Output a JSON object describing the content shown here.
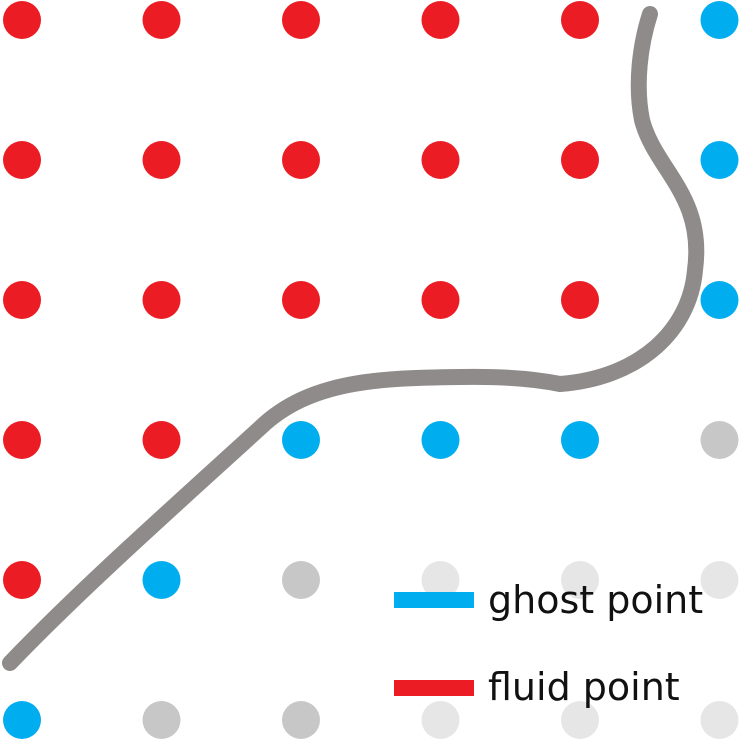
{
  "colors": {
    "fluid": "#ec1c24",
    "ghost": "#00aeef",
    "solid": "#c8c7c7",
    "far": "#e6e6e6",
    "boundary": "#8f8b8a"
  },
  "grid": {
    "columns": 6,
    "rows": 6,
    "point_types": [
      [
        "fluid",
        "fluid",
        "fluid",
        "fluid",
        "fluid",
        "ghost"
      ],
      [
        "fluid",
        "fluid",
        "fluid",
        "fluid",
        "fluid",
        "ghost"
      ],
      [
        "fluid",
        "fluid",
        "fluid",
        "fluid",
        "fluid",
        "ghost"
      ],
      [
        "fluid",
        "fluid",
        "ghost",
        "ghost",
        "ghost",
        "solid"
      ],
      [
        "fluid",
        "ghost",
        "solid",
        "far",
        "far",
        "far"
      ],
      [
        "ghost",
        "solid",
        "solid",
        "far",
        "far",
        "far"
      ]
    ]
  },
  "legend": {
    "items": [
      {
        "label": "ghost point",
        "type": "ghost"
      },
      {
        "label": "fluid point",
        "type": "fluid"
      }
    ]
  }
}
